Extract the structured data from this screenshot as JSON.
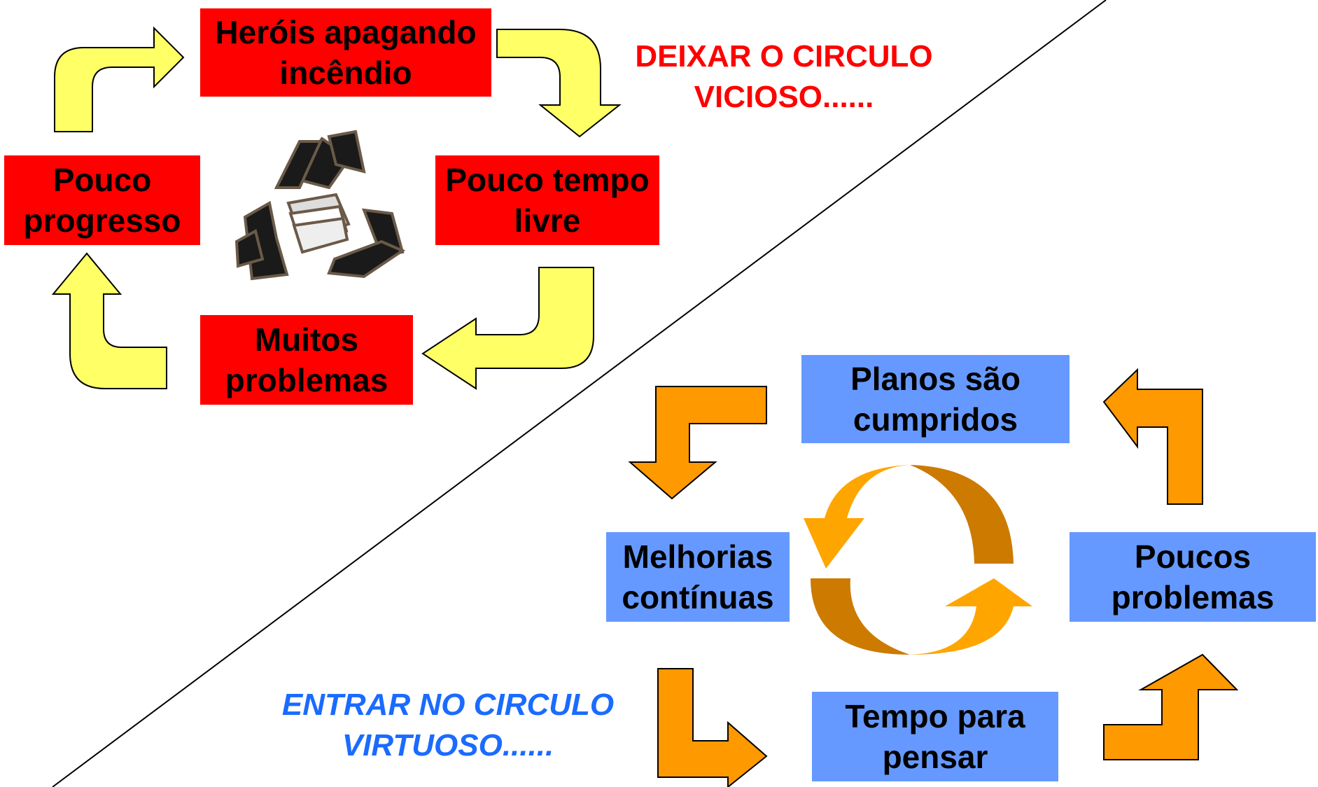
{
  "colors": {
    "vicious_box": "#ff0000",
    "virtuous_box": "#6699ff",
    "yellow_arrow": "#ffff66",
    "orange_arrow": "#ff9900",
    "cycle_dark": "#cc7a00",
    "vicious_caption": "#ff0000",
    "virtuous_caption": "#1a6bff"
  },
  "vicious": {
    "caption": [
      "DEIXAR O CIRCULO",
      "VICIOSO......"
    ],
    "boxes": {
      "top": [
        "Heróis apagando",
        "incêndio"
      ],
      "right": [
        "Pouco tempo",
        "livre"
      ],
      "bottom": [
        "Muitos",
        "problemas"
      ],
      "left": [
        "Pouco",
        "progresso"
      ]
    },
    "center_icon": "recycle-icon"
  },
  "virtuous": {
    "caption": [
      "ENTRAR NO CIRCULO",
      "VIRTUOSO......"
    ],
    "boxes": {
      "top": [
        "Planos são",
        "cumpridos"
      ],
      "left": [
        "Melhorias",
        "contínuas"
      ],
      "right": [
        "Poucos",
        "problemas"
      ],
      "bottom": [
        "Tempo para",
        "pensar"
      ]
    },
    "center_icon": "cycle-arrows-icon"
  }
}
